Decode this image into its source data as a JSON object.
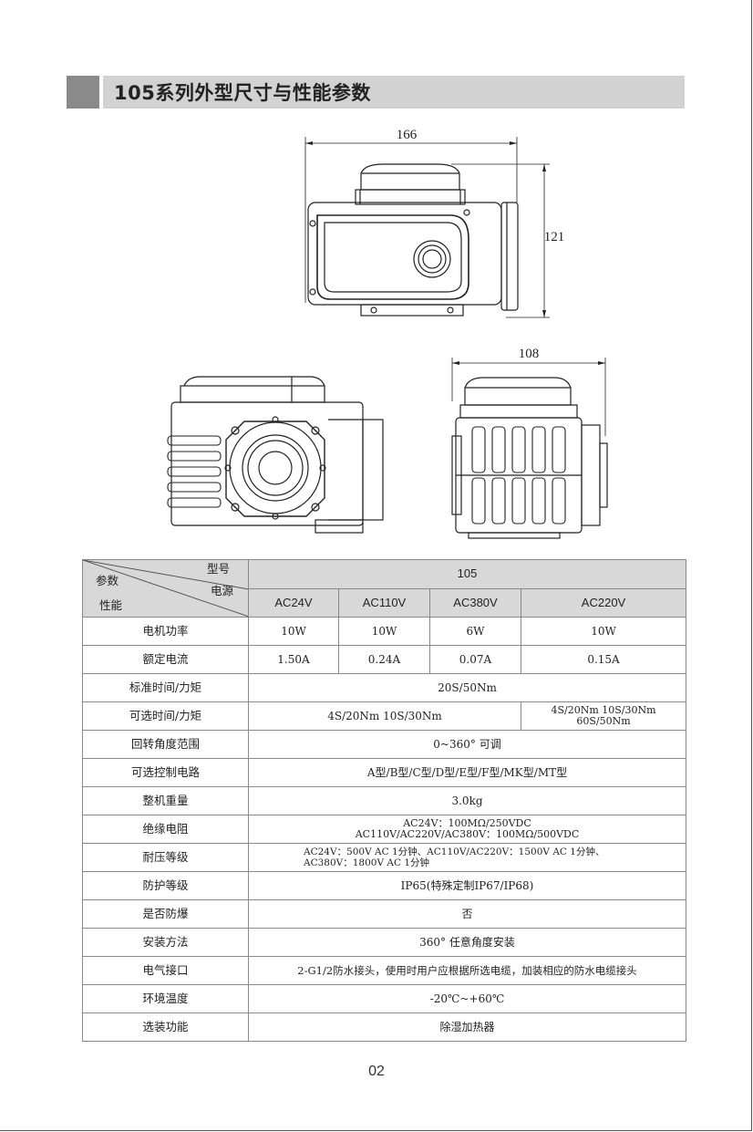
{
  "page": {
    "title": "105系列外型尺寸与性能参数",
    "page_number": "02"
  },
  "dimensions": {
    "front_width": "166",
    "front_height": "121",
    "side_width": "108"
  },
  "table": {
    "corner": {
      "model": "型号",
      "power": "电源",
      "params": "参数",
      "performance": "性能"
    },
    "model": "105",
    "voltages": [
      "AC24V",
      "AC110V",
      "AC380V",
      "AC220V"
    ],
    "rows": {
      "motor_power": {
        "label": "电机功率",
        "values": [
          "10W",
          "10W",
          "6W",
          "10W"
        ]
      },
      "rated_current": {
        "label": "额定电流",
        "values": [
          "1.50A",
          "0.24A",
          "0.07A",
          "0.15A"
        ]
      },
      "standard_time": {
        "label": "标准时间/力矩",
        "value": "20S/50Nm"
      },
      "optional_time": {
        "label": "可选时间/力矩",
        "value_a": "4S/20Nm  10S/30Nm",
        "value_b1": "4S/20Nm  10S/30Nm",
        "value_b2": "60S/50Nm"
      },
      "rotation_range": {
        "label": "回转角度范围",
        "value": "0~360°  可调"
      },
      "control_circuit": {
        "label": "可选控制电路",
        "value": "A型/B型/C型/D型/E型/F型/MK型/MT型"
      },
      "weight": {
        "label": "整机重量",
        "value": "3.0kg"
      },
      "insulation": {
        "label": "绝缘电阻",
        "line1": "AC24V：100MΩ/250VDC",
        "line2": "AC110V/AC220V/AC380V：100MΩ/500VDC"
      },
      "voltage_withstand": {
        "label": "耐压等级",
        "line1": "AC24V：500V AC 1分钟、AC110V/AC220V：1500V AC 1分钟、",
        "line2": "AC380V：1800V AC 1分钟"
      },
      "protection": {
        "label": "防护等级",
        "value": "IP65(特殊定制IP67/IP68)"
      },
      "explosion_proof": {
        "label": "是否防爆",
        "value": "否"
      },
      "installation": {
        "label": "安装方法",
        "value": "360°  任意角度安装"
      },
      "electrical_interface": {
        "label": "电气接口",
        "value": "2-G1/2防水接头，使用时用户应根据所选电缆，加装相应的防水电缆接头"
      },
      "ambient_temp": {
        "label": "环境温度",
        "value": "-20℃~+60℃"
      },
      "optional_features": {
        "label": "选装功能",
        "value": "除湿加热器"
      }
    }
  }
}
